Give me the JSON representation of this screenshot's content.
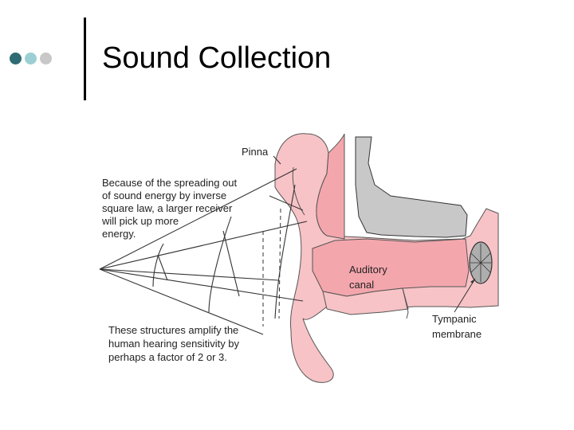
{
  "slide": {
    "title": "Sound Collection"
  },
  "bullet_colors": [
    "#2f6b72",
    "#9ccfd3",
    "#c8c8c8"
  ],
  "colors": {
    "skin_light": "#f7c3c6",
    "skin_mid": "#f4a6ad",
    "bone": "#c8c8c8",
    "ink": "#222222"
  },
  "labels": {
    "pinna": "Pinna",
    "auditory_canal": [
      "Auditory",
      "canal"
    ],
    "tympanic_membrane": [
      "Tympanic",
      "membrane"
    ],
    "spreading_note": [
      "Because of the spreading out",
      "of sound energy by inverse",
      "square law, a larger receiver",
      "will pick up more",
      "energy."
    ],
    "amplify_note": [
      "These structures amplify the",
      "human hearing sensitivity by",
      "perhaps a factor of 2 or 3."
    ]
  }
}
